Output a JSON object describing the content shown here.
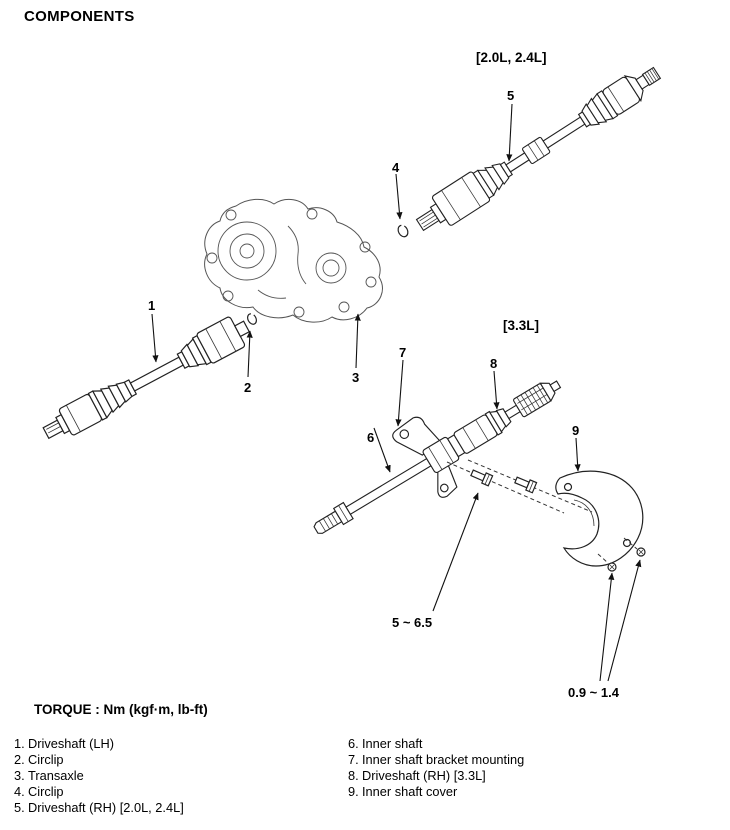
{
  "page": {
    "title": "COMPONENTS"
  },
  "diagram": {
    "section_labels": {
      "engine_20_24": "[2.0L, 2.4L]",
      "engine_33": "[3.3L]"
    },
    "callouts": [
      "1",
      "2",
      "3",
      "4",
      "5",
      "6",
      "7",
      "8",
      "9"
    ],
    "torques": {
      "bolts": "5 ~ 6.5",
      "screws": "0.9 ~ 1.4"
    }
  },
  "torque_note": "TORQUE : Nm (kgf·m, lb-ft)",
  "legend": {
    "items": [
      {
        "num": "1.",
        "label": "Driveshaft (LH)"
      },
      {
        "num": "2.",
        "label": "Circlip"
      },
      {
        "num": "3.",
        "label": "Transaxle"
      },
      {
        "num": "4.",
        "label": "Circlip"
      },
      {
        "num": "5.",
        "label": "Driveshaft (RH) [2.0L, 2.4L]"
      },
      {
        "num": "6.",
        "label": "Inner shaft"
      },
      {
        "num": "7.",
        "label": "Inner shaft bracket mounting"
      },
      {
        "num": "8.",
        "label": "Driveshaft (RH) [3.3L]"
      },
      {
        "num": "9.",
        "label": "Inner shaft cover"
      }
    ]
  }
}
